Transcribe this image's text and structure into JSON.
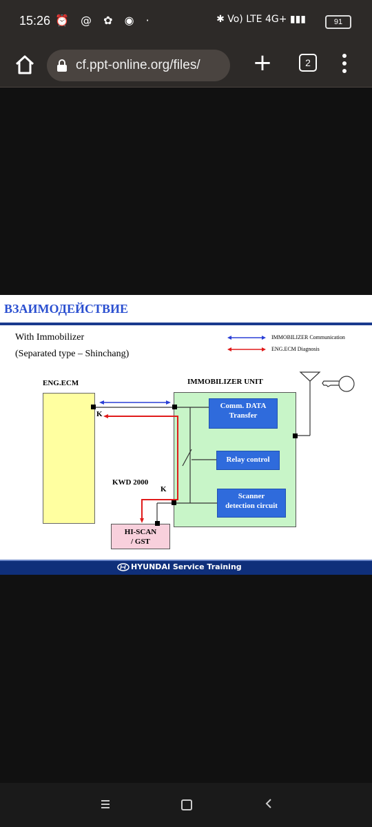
{
  "status_bar": {
    "time": "15:26",
    "left_icons": [
      "alarm-icon",
      "at-icon",
      "app-icon",
      "mir-icon",
      "dot-icon"
    ],
    "right_icons": [
      "bluetooth-icon",
      "volte-icon",
      "signal-icon"
    ],
    "network_label": "Vo) LTE 4G+",
    "battery": "91"
  },
  "browser": {
    "url": "cf.ppt-online.org/files/",
    "tab_count": "2"
  },
  "slide": {
    "title": "ВЗАИМОДЕЙСТВИЕ",
    "subtitle_line1": "With Immobilizer",
    "subtitle_line2": "(Separated type – Shinchang)",
    "legend": [
      {
        "label": "IMMOBILIZER Communication",
        "color": "#2a3fd6"
      },
      {
        "label": "ENG.ECM Diagnosis",
        "color": "#e01a1a"
      }
    ],
    "ecm_label": "ENG.ECM",
    "immo_label": "IMMOBILIZER UNIT",
    "k_label_top": "K",
    "k_label_bottom": "K",
    "kwd_label": "KWD 2000",
    "comm_box_line1": "Comm. DATA",
    "comm_box_line2": "Transfer",
    "relay_box": "Relay control",
    "scanner_box_line1": "Scanner",
    "scanner_box_line2": "detection circuit",
    "hiscan_line1": "HI-SCAN",
    "hiscan_line2": "/ GST",
    "footer": "HYUNDAI Service Training",
    "colors": {
      "title": "#2a4fd0",
      "ecm_fill": "#ffffa0",
      "immo_fill": "#c8f5c8",
      "box_fill": "#2f6bdc",
      "hiscan_fill": "#f8d0dc",
      "footer_band": "#0f2f7a"
    }
  },
  "nav": {
    "items": [
      "recent-apps-icon",
      "home-icon",
      "back-icon"
    ]
  }
}
